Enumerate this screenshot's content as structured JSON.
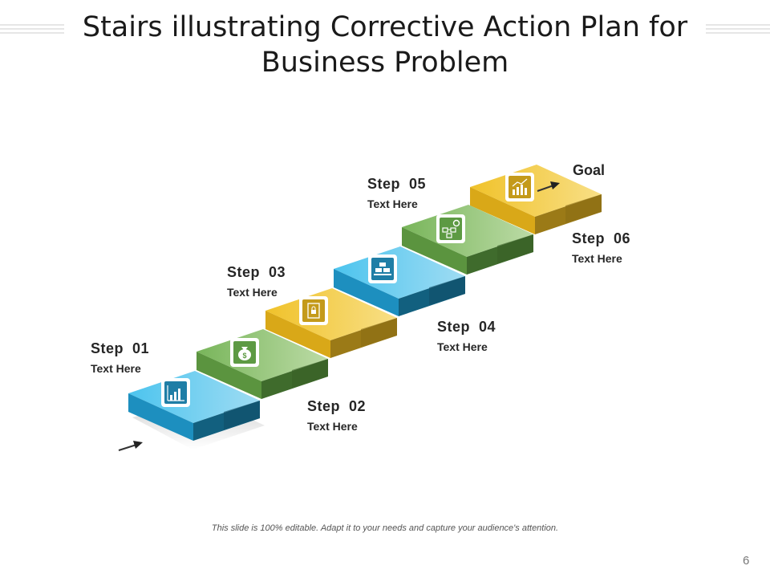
{
  "slide": {
    "title": "Stairs illustrating Corrective Action Plan for Business Problem",
    "goal_label": "Goal",
    "footer": "This slide is 100% editable. Adapt it to your needs and capture your audience's attention.",
    "page_number": "6"
  },
  "steps": [
    {
      "label": "Step  01",
      "text": "Text Here",
      "icon": "bar-chart-icon",
      "color": "#2aa8d8"
    },
    {
      "label": "Step  02",
      "text": "Text Here",
      "icon": "money-bag-icon",
      "color": "#6aa84f"
    },
    {
      "label": "Step  03",
      "text": "Text Here",
      "icon": "locked-notebook-icon",
      "color": "#e8b71f"
    },
    {
      "label": "Step  04",
      "text": "Text Here",
      "icon": "gold-bars-icon",
      "color": "#2aa8d8"
    },
    {
      "label": "Step  05",
      "text": "Text Here",
      "icon": "process-flow-icon",
      "color": "#6aa84f"
    },
    {
      "label": "Step  06",
      "text": "Text Here",
      "icon": "growth-chart-icon",
      "color": "#e8b71f"
    }
  ]
}
